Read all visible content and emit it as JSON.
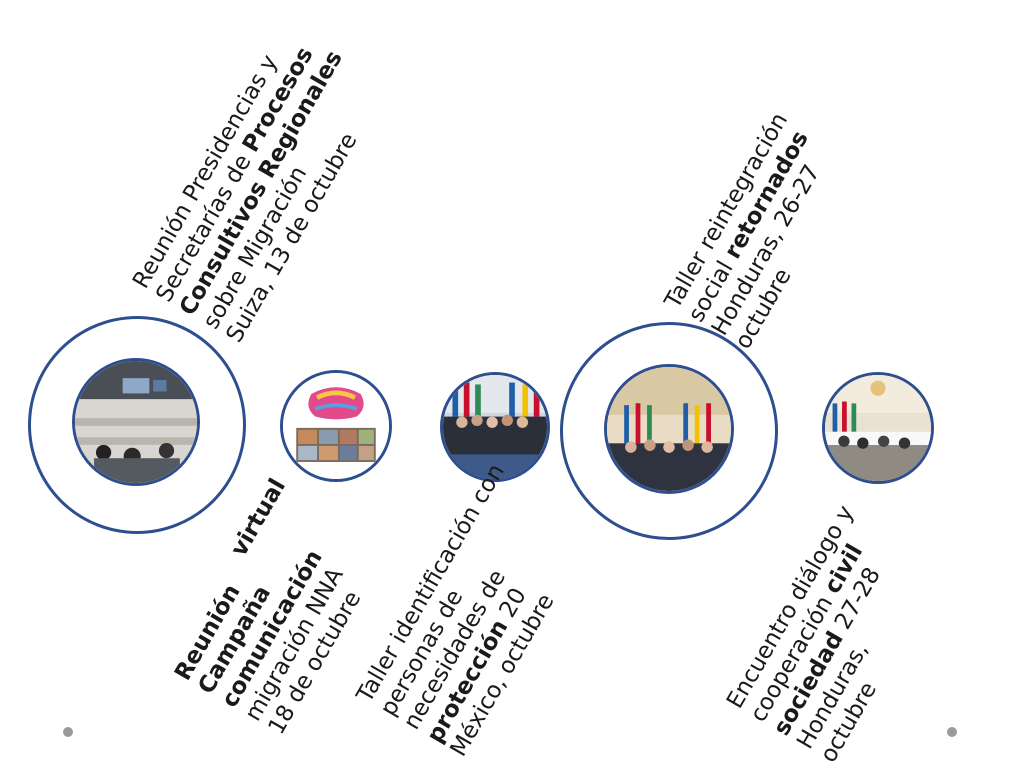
{
  "events": [
    {
      "lines": [
        "Reunión Presidencias y",
        "Secretarías de Procesos",
        "Consultivos Regionales",
        "sobre Migración",
        "Suiza, 13 de octubre"
      ],
      "bold": [
        "Procesos",
        "Consultivos Regionales"
      ]
    },
    {
      "top_word": "virtual",
      "lines": [
        "Reunión",
        "Campaña",
        "comunicación",
        "migración NNA",
        "18 de octubre"
      ]
    },
    {
      "lines": [
        "Taller identificación con",
        "personas de",
        "necesidades de",
        "protección 20",
        "México, octubre"
      ]
    },
    {
      "lines": [
        "Taller reintegración",
        "social retornados",
        "Honduras, 26-27",
        "octubre"
      ]
    },
    {
      "lines": [
        "Encuentro diálogo y",
        "cooperación civil",
        "sociedad 27-28",
        "Honduras,",
        "octubre"
      ]
    }
  ],
  "icons": {
    "photo_1": "conference-room-photo",
    "photo_2": "campaign-logo-collage",
    "photo_3": "group-photo-flags",
    "photo_4": "group-photo-flags-hall",
    "photo_5": "meeting-hall-photo"
  },
  "colors": {
    "ring": "#2e4f8f",
    "dot": "#9a9a9a"
  }
}
